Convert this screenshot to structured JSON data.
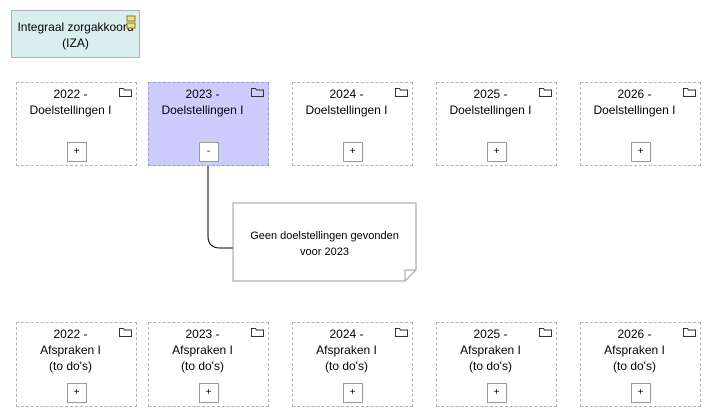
{
  "root": {
    "label": "Integraal zorgakkoord\n(IZA)",
    "icon": "yellow-element-icon"
  },
  "doelstellingen": [
    {
      "label": "2022 -\nDoelstellingen I",
      "toggle": "+",
      "selected": false
    },
    {
      "label": "2023 -\nDoelstellingen I",
      "toggle": "-",
      "selected": true
    },
    {
      "label": "2024 -\nDoelstellingen I",
      "toggle": "+",
      "selected": false
    },
    {
      "label": "2025 -\nDoelstellingen I",
      "toggle": "+",
      "selected": false
    },
    {
      "label": "2026 -\nDoelstellingen I",
      "toggle": "+",
      "selected": false
    }
  ],
  "afspraken": [
    {
      "label": "2022 -\nAfspraken I\n(to do's)",
      "toggle": "+"
    },
    {
      "label": "2023 -\nAfspraken I\n(to do's)",
      "toggle": "+"
    },
    {
      "label": "2024 -\nAfspraken I\n(to do's)",
      "toggle": "+"
    },
    {
      "label": "2025 -\nAfspraken I\n(to do's)",
      "toggle": "+"
    },
    {
      "label": "2026 -\nAfspraken I\n(to do's)",
      "toggle": "+"
    }
  ],
  "note": {
    "text": "Geen doelstellingen gevonden\nvoor 2023"
  },
  "icons": {
    "group": "folder-icon"
  },
  "colors": {
    "selected_fill": "#ccccff",
    "root_fill": "#dbeeee",
    "dashed_border": "#b4b4b4"
  }
}
